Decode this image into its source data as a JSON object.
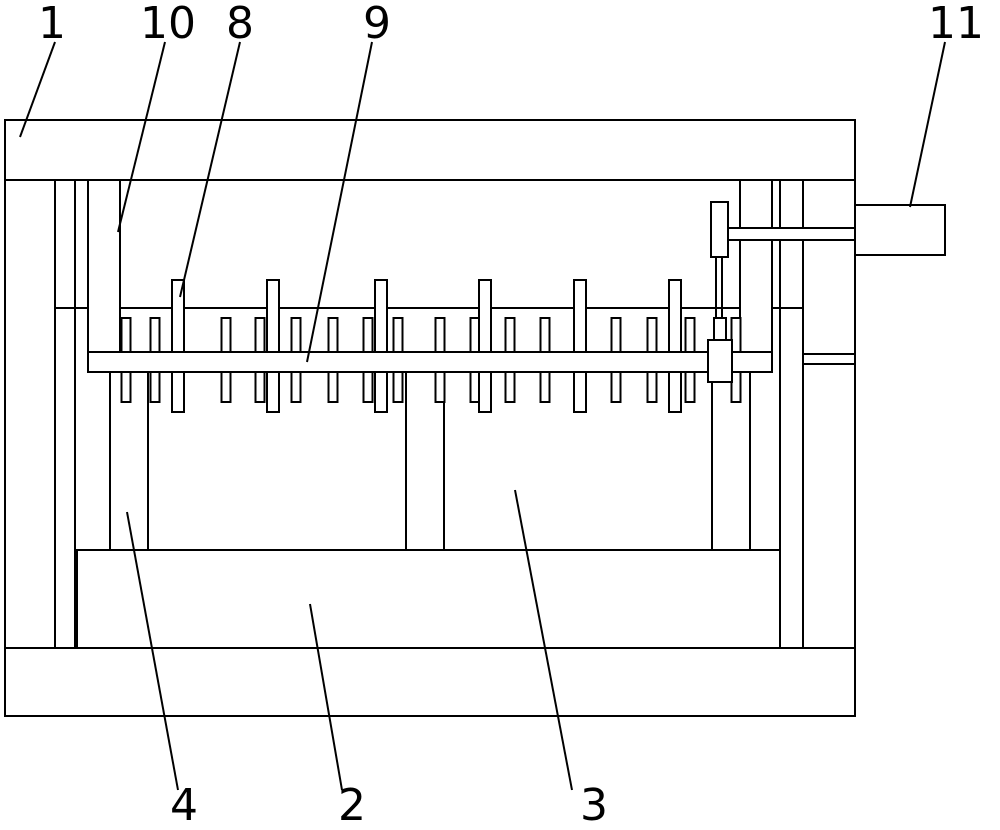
{
  "labels": {
    "l1": "1",
    "l10": "10",
    "l8": "8",
    "l9": "9",
    "l11": "11",
    "l4": "4",
    "l2": "2",
    "l3": "3"
  }
}
